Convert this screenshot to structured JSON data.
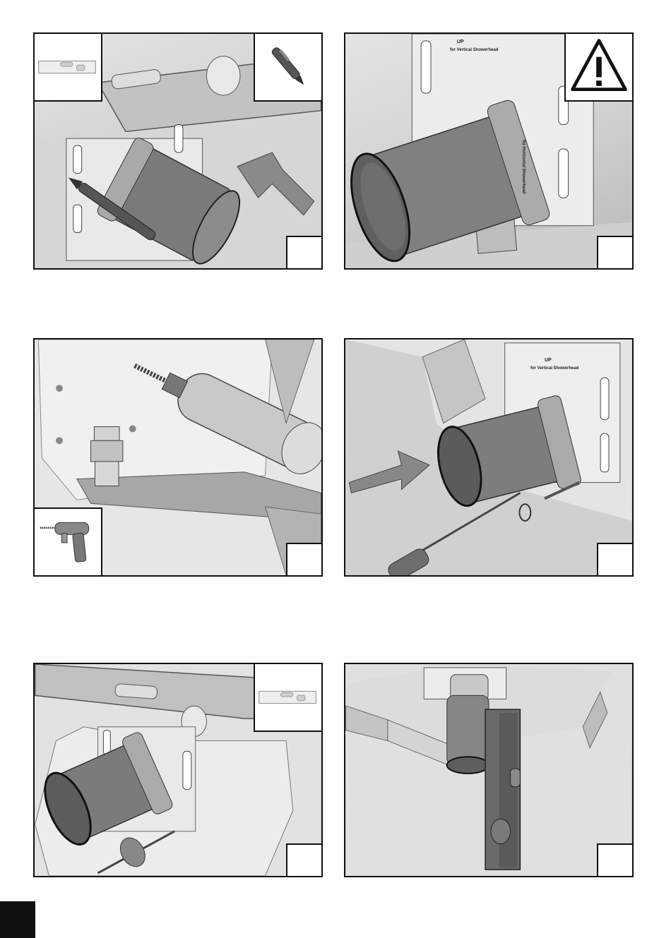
{
  "page": {
    "panels": [
      {
        "id": "step-1",
        "label_up": "",
        "label_vertical": ""
      },
      {
        "id": "step-2",
        "label_up": "UP",
        "label_vertical": "for Vertical Showerhead",
        "label_horizontal": "for Horizontal Showerhead"
      },
      {
        "id": "step-3"
      },
      {
        "id": "step-4",
        "label_up": "UP",
        "label_vertical": "for Vertical Showerhead"
      },
      {
        "id": "step-5"
      },
      {
        "id": "step-6"
      }
    ],
    "icons": {
      "level": "spirit-level-icon",
      "marker": "marker-pen-icon",
      "warning": "warning-triangle-icon",
      "drill": "power-drill-icon"
    },
    "colors": {
      "frame": "#111111",
      "scene_light": "#e4e4e4",
      "scene_dark": "#8a8a8a",
      "page_tab": "#111111"
    }
  }
}
